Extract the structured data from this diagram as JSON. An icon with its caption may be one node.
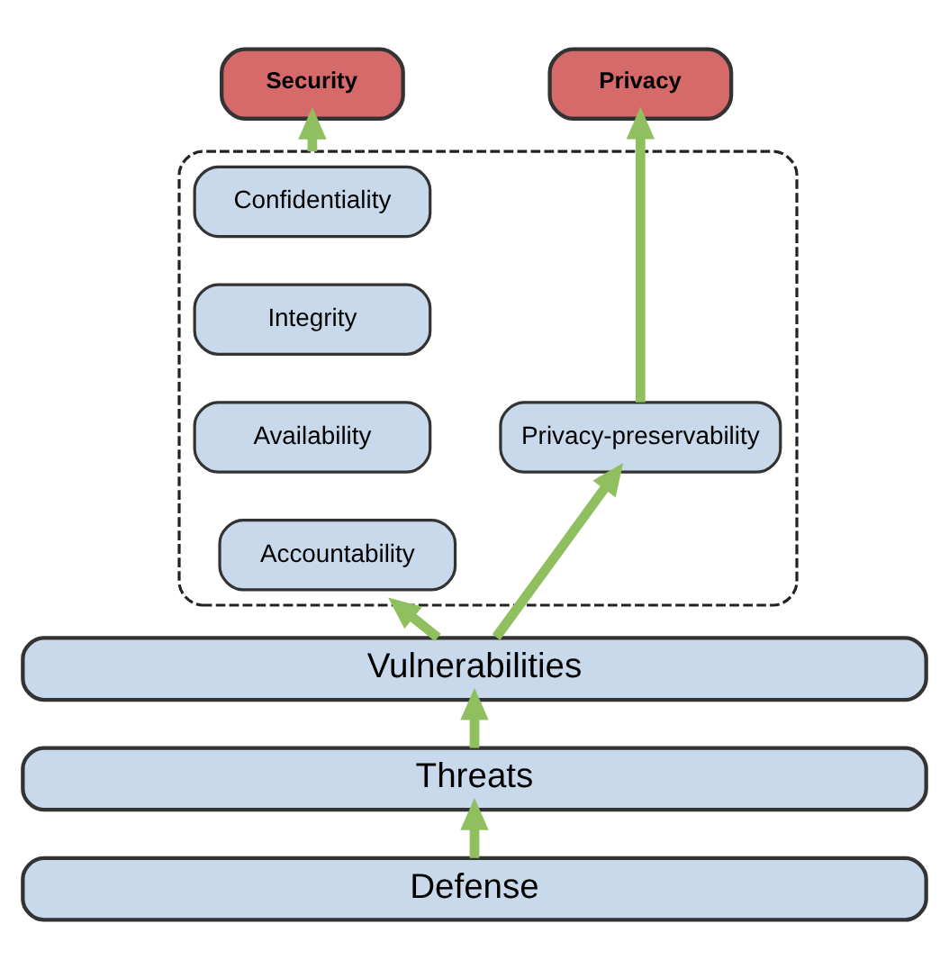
{
  "diagram": {
    "nodes": [
      {
        "text": [
          "Security"
        ]
      },
      {
        "text": [
          "Privacy"
        ]
      },
      {
        "text": [],
        "shape": "box"
      },
      {
        "text": [
          "Confidentiality"
        ],
        "in": 2
      },
      {
        "text": [
          "Integrity"
        ],
        "in": 2
      },
      {
        "text": [
          "Availability"
        ],
        "in": 2
      },
      {
        "text": [
          "Accountability"
        ],
        "in": 2
      },
      {
        "text": [
          "Privacy-preservability"
        ],
        "in": 2
      },
      {
        "text": [
          "Vulnerabilities"
        ]
      },
      {
        "text": [
          "Threats"
        ]
      },
      {
        "text": [
          "Defense"
        ]
      }
    ],
    "edges": [
      {
        "from": 2,
        "to": 0,
        "arrow": "to"
      },
      {
        "from": 7,
        "to": 1,
        "arrow": "to"
      },
      {
        "from": 8,
        "to": 2,
        "arrow": "to"
      },
      {
        "from": 8,
        "to": 7,
        "arrow": "to"
      },
      {
        "from": 9,
        "to": 8,
        "arrow": "to"
      },
      {
        "from": 10,
        "to": 9,
        "arrow": "to"
      }
    ]
  }
}
